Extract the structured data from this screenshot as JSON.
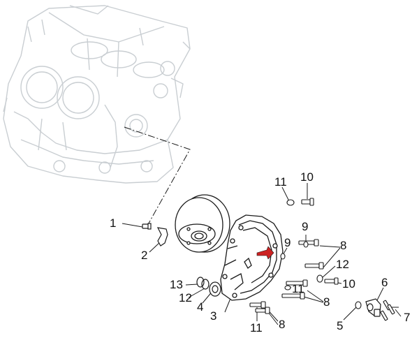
{
  "diagram": {
    "colors": {
      "line": "#1a1a1a",
      "ghost": "#c9ced2",
      "text": "#111111",
      "arrow": "#cc2222"
    },
    "callouts": [
      {
        "id": "c1",
        "label": "1"
      },
      {
        "id": "c2",
        "label": "2"
      },
      {
        "id": "c3",
        "label": "3"
      },
      {
        "id": "c4",
        "label": "4"
      },
      {
        "id": "c5",
        "label": "5"
      },
      {
        "id": "c6",
        "label": "6"
      },
      {
        "id": "c7",
        "label": "7"
      },
      {
        "id": "c8a",
        "label": "8"
      },
      {
        "id": "c8b",
        "label": "8"
      },
      {
        "id": "c8c",
        "label": "8"
      },
      {
        "id": "c9a",
        "label": "9"
      },
      {
        "id": "c9b",
        "label": "9"
      },
      {
        "id": "c10a",
        "label": "10"
      },
      {
        "id": "c10b",
        "label": "10"
      },
      {
        "id": "c11a",
        "label": "11"
      },
      {
        "id": "c11b",
        "label": "11"
      },
      {
        "id": "c11c",
        "label": "11"
      },
      {
        "id": "c12a",
        "label": "12"
      },
      {
        "id": "c12b",
        "label": "12"
      },
      {
        "id": "c13",
        "label": "13"
      }
    ]
  }
}
